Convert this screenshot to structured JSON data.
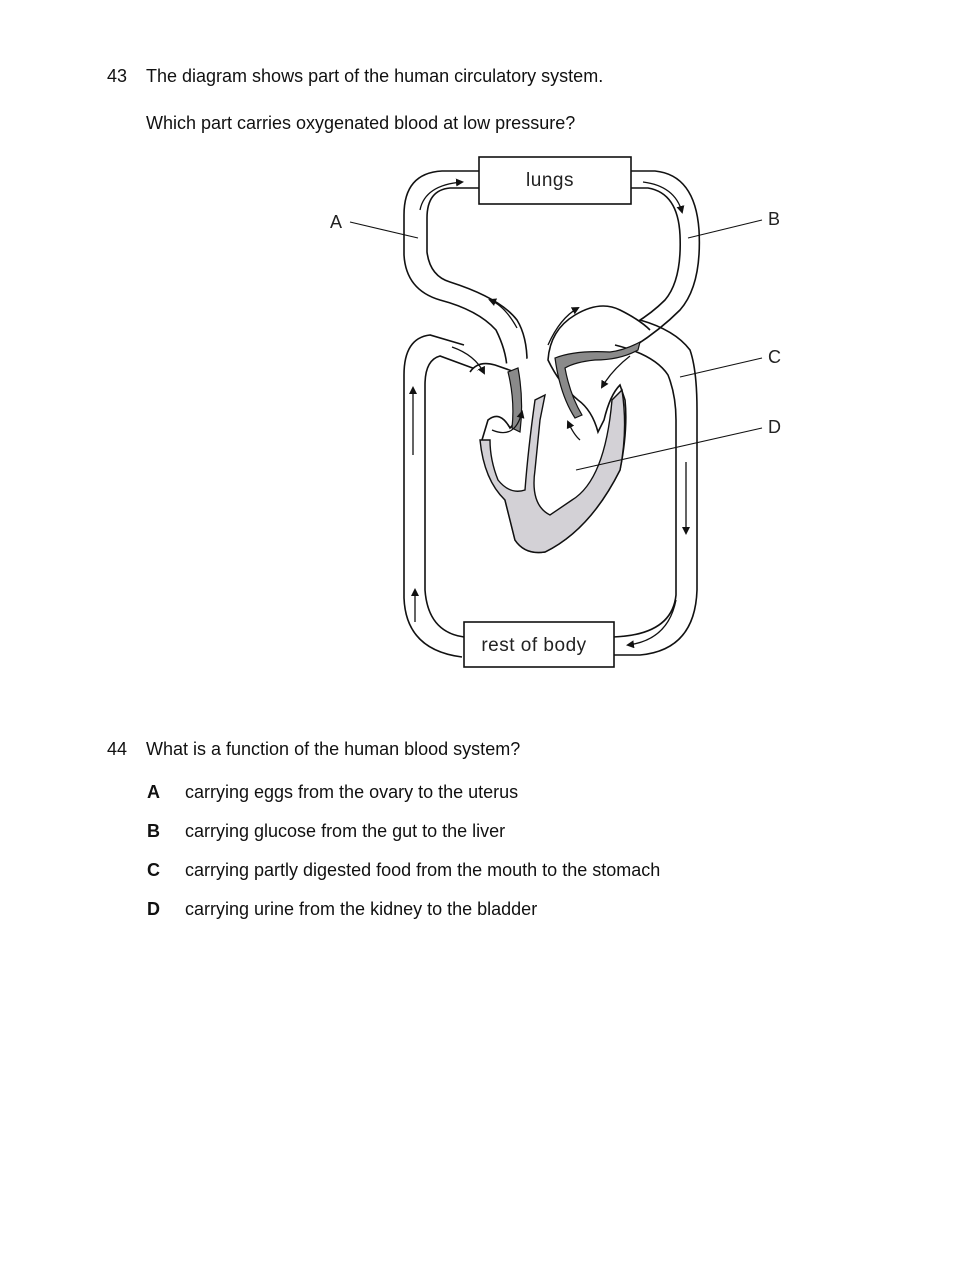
{
  "q43": {
    "number": "43",
    "stem": "The diagram shows part of the human circulatory system.",
    "question": "Which part carries oxygenated blood at low pressure?",
    "diagram": {
      "box_top": "lungs",
      "box_bottom": "rest of body",
      "labels": [
        "A",
        "B",
        "C",
        "D"
      ],
      "heart_fill": "#d3d1d6",
      "valve_fill": "#8a8a8a"
    }
  },
  "q44": {
    "number": "44",
    "question": "What is a function of the human blood system?",
    "options": [
      {
        "letter": "A",
        "text": "carrying eggs from the ovary to the uterus"
      },
      {
        "letter": "B",
        "text": "carrying glucose from the gut to the liver"
      },
      {
        "letter": "C",
        "text": "carrying partly digested food from the mouth to the stomach"
      },
      {
        "letter": "D",
        "text": "carrying urine from the kidney to the bladder"
      }
    ]
  }
}
